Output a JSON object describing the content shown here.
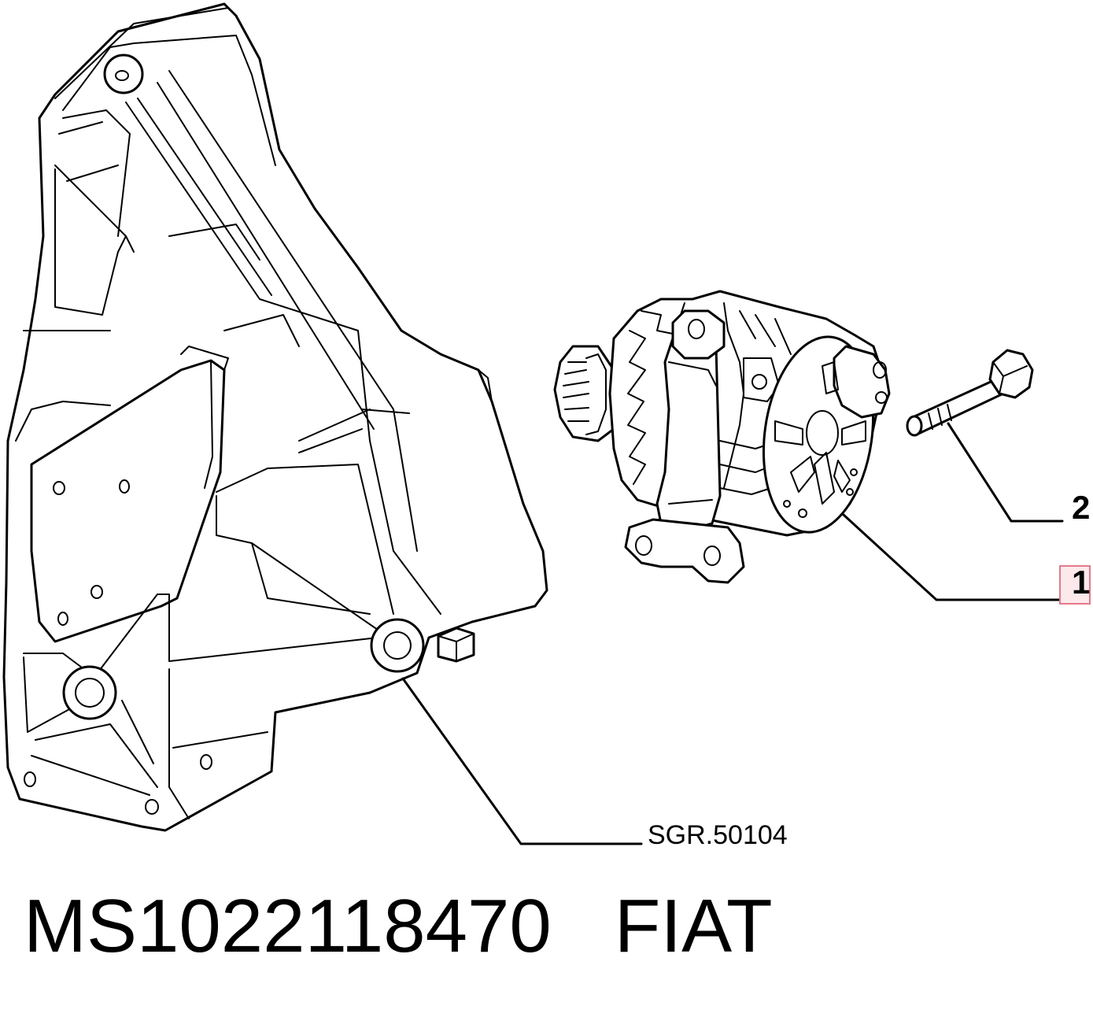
{
  "callouts": {
    "part_1": "1",
    "part_2": "2",
    "bracket_ref": "SGR.50104"
  },
  "caption": {
    "part_number": "MS1022118470",
    "brand": "FIAT"
  },
  "colors": {
    "line": "#000000",
    "highlight_fill": "#fde9ec",
    "highlight_border": "#e57b8a"
  }
}
